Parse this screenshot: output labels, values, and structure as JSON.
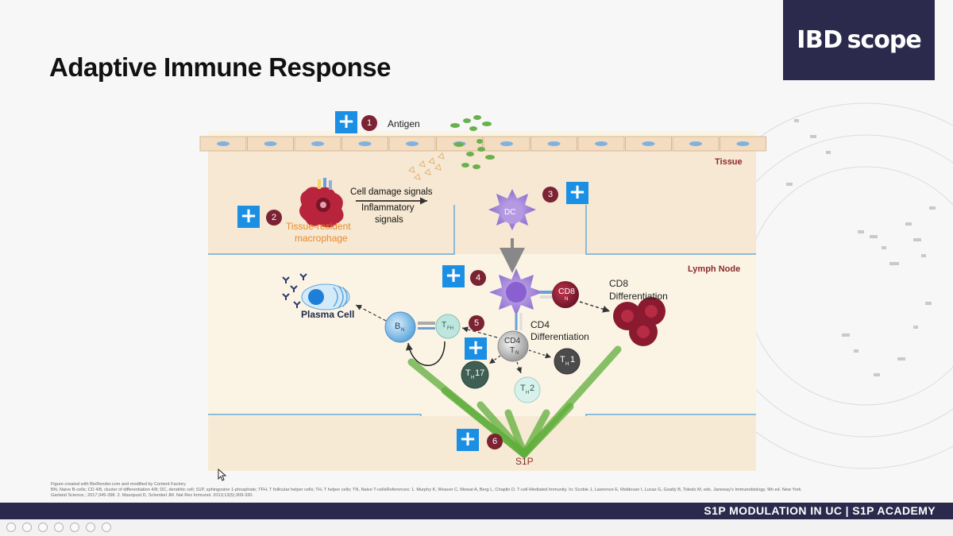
{
  "slide": {
    "title": "Adaptive Immune Response",
    "logo": {
      "part1": "IBD",
      "part2": "scope"
    },
    "footer_banner": "S1P MODULATION IN UC | S1P ACADEMY"
  },
  "diagram": {
    "regions": {
      "tissue": "Tissue",
      "lymph_node": "Lymph Node"
    },
    "steps": [
      {
        "num": "1",
        "label": "Antigen"
      },
      {
        "num": "2",
        "label": "Tissue-resident macrophage"
      },
      {
        "num": "3",
        "label": ""
      },
      {
        "num": "4",
        "label": ""
      },
      {
        "num": "5",
        "label": ""
      },
      {
        "num": "6",
        "label": "S1P"
      }
    ],
    "signals": {
      "line1": "Cell damage signals",
      "line2": "Inflammatory",
      "line3": "signals"
    },
    "macrophage": {
      "line1": "Tissue-resident",
      "line2": "macrophage"
    },
    "cells": {
      "dc": "DC",
      "cd8": "CD8",
      "cd8_sub": "N",
      "cd4": "CD4",
      "cd4_t": "T",
      "cd4_sub": "N",
      "bn": "B",
      "bn_sub": "N",
      "tfh": "T",
      "tfh_sub": "FH",
      "th17": "T",
      "th17_sub": "H",
      "th17_num": "17",
      "th2": "T",
      "th2_sub": "H",
      "th2_num": "2",
      "th1": "T",
      "th1_sub": "H",
      "th1_num": "1",
      "plasma": "Plasma Cell"
    },
    "differentiation": {
      "cd8_line1": "CD8",
      "cd8_line2": "Differentiation",
      "cd4_line1": "CD4",
      "cd4_line2": "Differentiation"
    },
    "s1p": "S1P",
    "plus_symbol": "+",
    "colors": {
      "badge": "#7b2233",
      "plus": "#1a8fe3",
      "tissue_bg": "#f7ead6",
      "lymph_bg": "#fbf4e5"
    }
  },
  "references": {
    "line1": "Figure created with BioRender.com and modified by Content Factory",
    "line2": "BN, Naive B-cells; CD 4/8, cluster of differentiation 4/8; DC, dendritic cell; S1P, sphingosine 1-phosphate; TFH, T follicular helper cells; TH, T helper cells; TN, Naive T-cellsReferences: 1. Murphy K, Weaver C, Mowat A, Berg L, Chaplin D. T-cell-Mediated Immunity. In: Scobie J, Lawrence E, Moldovan I, Lucas G, Goatly B, Toledo M, eds. Janeway's Immunobiology. 9th ed. New York.",
    "line3": "Garland Science.; 2017:345-398. 2. Masopust D, Schenkel JM. Nat Rev Immunol. 2013;13(5):309-320."
  }
}
